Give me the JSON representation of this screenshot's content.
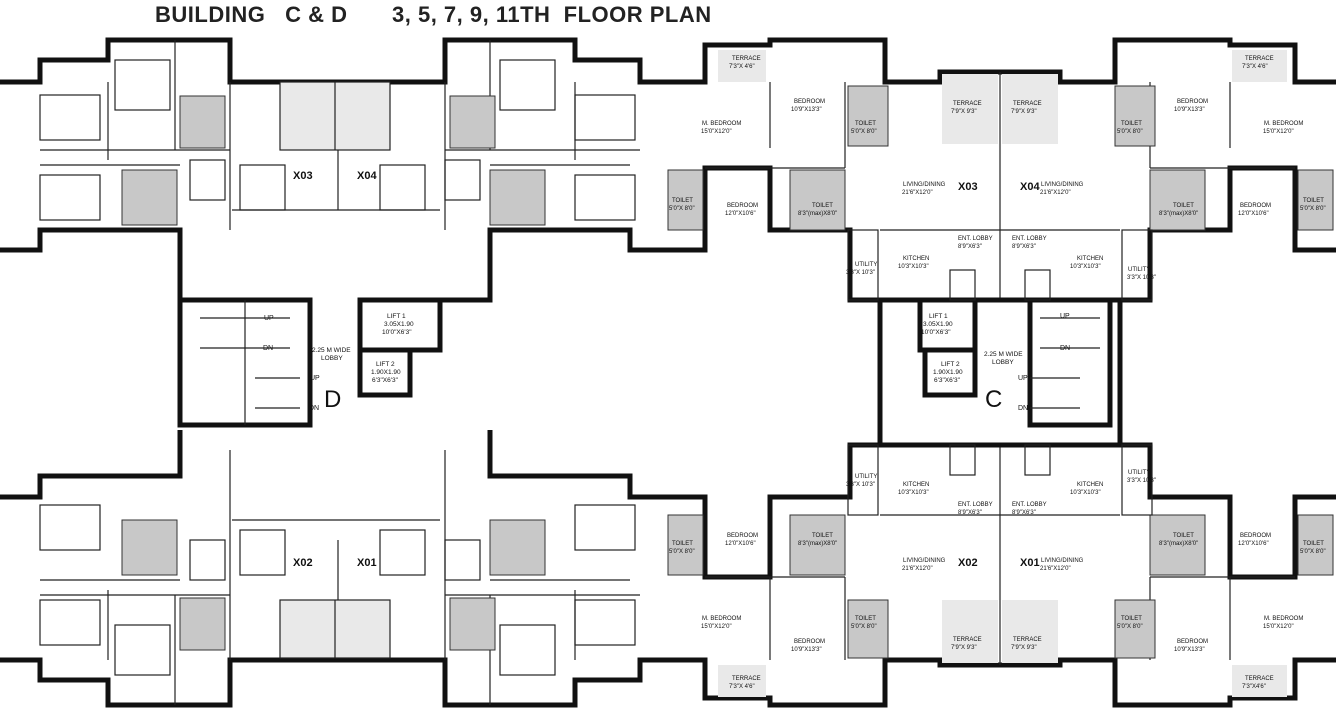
{
  "title": {
    "building": "BUILDING   C & D",
    "floors": "3, 5, 7, 9, 11TH  FLOOR PLAN"
  },
  "building_d": {
    "label": "D",
    "units": [
      "X03",
      "X04",
      "X02",
      "X01"
    ],
    "lift1": {
      "name": "LIFT 1",
      "size": "3.05X1.90",
      "dims": "10'0\"X6'3\""
    },
    "lift2": {
      "name": "LIFT 2",
      "size": "1.90X1.90",
      "dims": "6'3\"X6'3\""
    },
    "lobby": {
      "line1": "2.25 M WIDE",
      "line2": "LOBBY"
    },
    "stairs": [
      "UP",
      "DN",
      "UP",
      "DN"
    ]
  },
  "building_c": {
    "label": "C",
    "units": [
      "X03",
      "X04",
      "X02",
      "X01"
    ],
    "lift1": {
      "name": "LIFT 1",
      "size": "3.05X1.90",
      "dims": "10'0\"X6'3\""
    },
    "lift2": {
      "name": "LIFT 2",
      "size": "1.90X1.90",
      "dims": "6'3\"X6'3\""
    },
    "lobby": {
      "line1": "2.25 M WIDE",
      "line2": "LOBBY"
    },
    "stairs": [
      "UP",
      "DN",
      "UP",
      "DN"
    ],
    "rooms": {
      "terrace_small": {
        "name": "TERRACE",
        "dims": "7'3\"X 4'6\""
      },
      "terrace_small_alt": {
        "name": "TERRACE",
        "dims": "7'3\"X4'6\""
      },
      "terrace": {
        "name": "TERRACE",
        "dims": "7'9\"X 9'3\""
      },
      "bedroom_top": {
        "name": "BEDROOM",
        "dims": "10'9\"X13'3\""
      },
      "toilet": {
        "name": "TOILET",
        "dims": "5'0\"X 8'0\""
      },
      "m_bedroom": {
        "name": "M. BEDROOM",
        "dims": "15'0\"X12'0\""
      },
      "bedroom": {
        "name": "BEDROOM",
        "dims": "12'0\"X10'6\""
      },
      "toilet_max": {
        "name": "TOILET",
        "dims": "8'3\"(max)X8'0\""
      },
      "toilet_max_alt": {
        "name": "TOILET",
        "dims": "8'3\"(max)X8'0\""
      },
      "living": {
        "name": "LIVING/DINING",
        "dims": "21'6\"X12'0\""
      },
      "ent_lobby": {
        "name": "ENT. LOBBY",
        "dims": "8'9\"X6'3\""
      },
      "kitchen": {
        "name": "KITCHEN",
        "dims": "10'3\"X10'3\""
      },
      "utility": {
        "name": "UTILITY",
        "dims": "3'3\"X 10'3\""
      }
    }
  }
}
